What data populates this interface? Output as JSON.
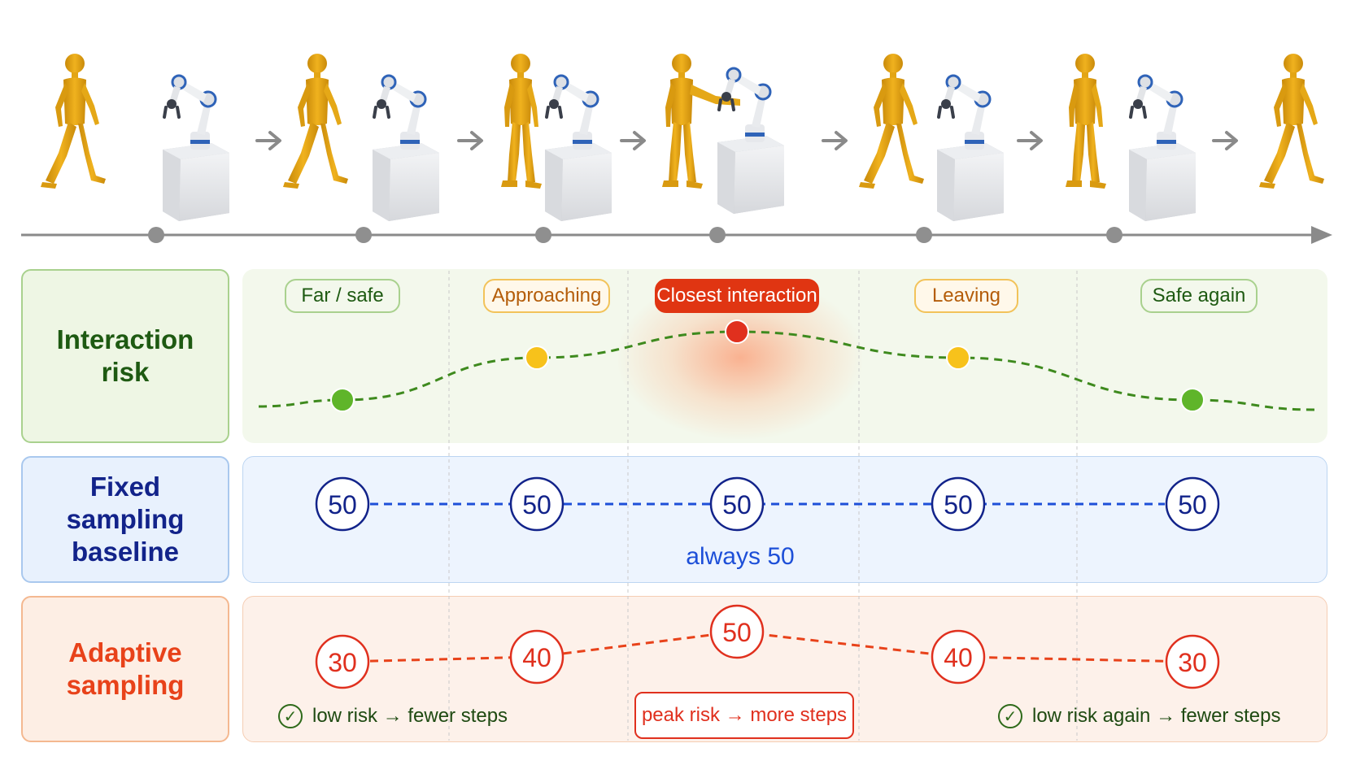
{
  "rows": {
    "risk_label": [
      "Interaction",
      "risk"
    ],
    "fixed_label": [
      "Fixed",
      "sampling",
      "baseline"
    ],
    "adaptive_label": [
      "Adaptive",
      "sampling"
    ]
  },
  "stages": [
    {
      "label": "Far / safe",
      "risk": "low",
      "fixed": "50",
      "adaptive": "30"
    },
    {
      "label": "Approaching",
      "risk": "medium",
      "fixed": "50",
      "adaptive": "40"
    },
    {
      "label": "Closest interaction",
      "risk": "high",
      "fixed": "50",
      "adaptive": "50"
    },
    {
      "label": "Leaving",
      "risk": "medium",
      "fixed": "50",
      "adaptive": "40"
    },
    {
      "label": "Safe again",
      "risk": "low",
      "fixed": "50",
      "adaptive": "30"
    }
  ],
  "fixed_note": "always 50",
  "adaptive_notes": {
    "left": "low risk → fewer steps",
    "center": "peak risk → more steps",
    "right": "low risk again → fewer steps"
  },
  "colors": {
    "low": "#5fb52a",
    "medium": "#f7c21b",
    "high": "#e0301e",
    "fixed_line": "#1d4fd8",
    "adaptive_line": "#e8421a",
    "risk_line": "#3e8a1e",
    "timeline": "#8a8a8a"
  },
  "icons": [
    "human-walking-icon",
    "robot-arm-icon",
    "arrow-right-icon"
  ]
}
